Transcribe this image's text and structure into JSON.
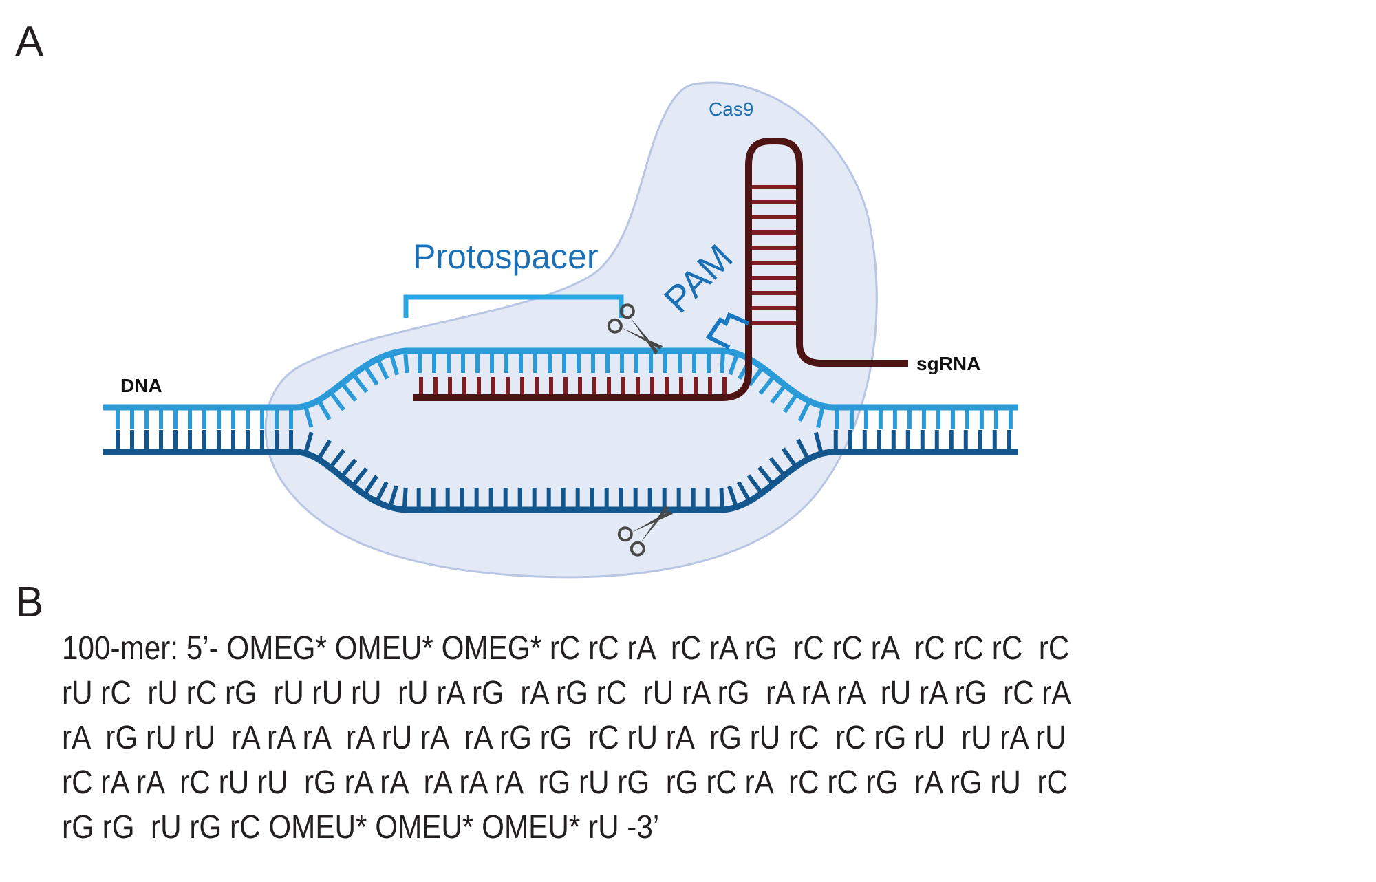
{
  "figure": {
    "panels": [
      "A",
      "B"
    ]
  },
  "panel_a": {
    "labels": {
      "cas9": "Cas9",
      "protospacer": "Protospacer",
      "pam": "PAM",
      "sgrna": "sgRNA",
      "dna": "DNA"
    },
    "colors": {
      "cas9_fill": "#e3eaf6",
      "cas9_outline": "#b8c6e3",
      "dna_top_strand": "#2a9ad8",
      "dna_bottom_strand": "#14578f",
      "sgrna_backbone": "#4e1313",
      "sgrna_bases": "#7e1e22",
      "pam": "#1778c1",
      "protospacer_bracket": "#2aa6e2",
      "scissors": "#4a4a4a",
      "label_blue": "#1a6fb5"
    }
  },
  "panel_b": {
    "sequence_lines": [
      "100-mer: 5’- OMEG* OMEU* OMEG* rC rC rA  rC rA rG  rC rC rA  rC rC rC  rC",
      "rU rC  rU rC rG  rU rU rU  rU rA rG  rA rG rC  rU rA rG  rA rA rA  rU rA rG  rC rA",
      "rA  rG rU rU  rA rA rA  rA rU rA  rA rG rG  rC rU rA  rG rU rC  rC rG rU  rU rA rU",
      "rC rA rA  rC rU rU  rG rA rA  rA rA rA  rG rU rG  rG rC rA  rC rC rG  rA rG rU  rC",
      "rG rG  rU rG rC OMEU* OMEU* OMEU* rU -3’"
    ]
  }
}
